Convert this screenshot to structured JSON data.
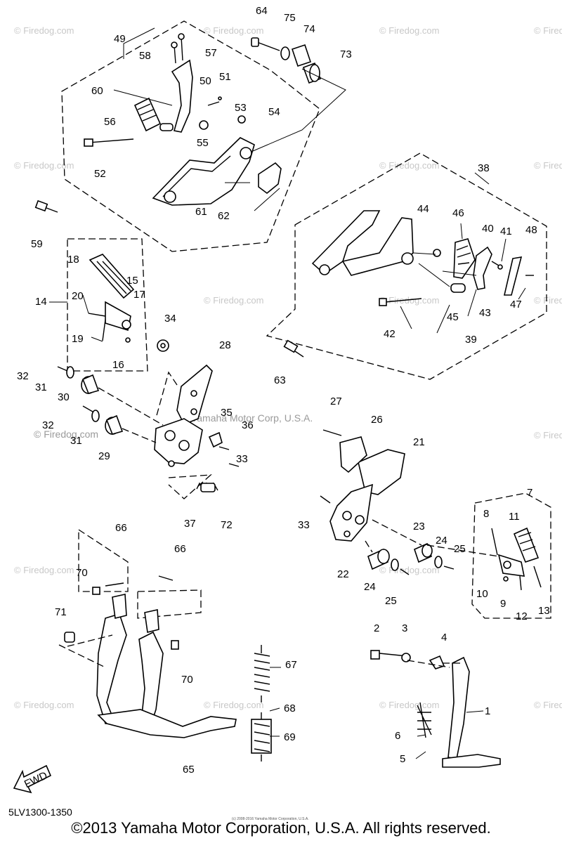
{
  "diagram": {
    "code": "5LV1300-1350",
    "copyright": "©2013 Yamaha Motor Corporation, U.S.A. All rights reserved.",
    "tiny_print": "(c) 2008-2016 Yamaha Motor Corporation, U.S.A.",
    "fwd_label": "FWD",
    "watermark": "© Firedog.com",
    "center_watermark": "© Yamaha Motor Corp, U.S.A.",
    "left_watermark": "© Firedog.com",
    "callouts": [
      "1",
      "2",
      "3",
      "4",
      "5",
      "6",
      "7",
      "8",
      "9",
      "10",
      "11",
      "12",
      "13",
      "14",
      "15",
      "16",
      "17",
      "18",
      "19",
      "20",
      "21",
      "22",
      "23",
      "24",
      "24",
      "25",
      "25",
      "26",
      "27",
      "28",
      "29",
      "30",
      "31",
      "31",
      "32",
      "32",
      "33",
      "33",
      "34",
      "35",
      "36",
      "37",
      "38",
      "39",
      "40",
      "41",
      "42",
      "43",
      "44",
      "45",
      "46",
      "47",
      "48",
      "49",
      "50",
      "51",
      "52",
      "53",
      "54",
      "55",
      "56",
      "57",
      "58",
      "59",
      "60",
      "61",
      "62",
      "63",
      "64",
      "65",
      "66",
      "66",
      "67",
      "68",
      "69",
      "70",
      "70",
      "71",
      "72",
      "73",
      "74",
      "75"
    ]
  }
}
